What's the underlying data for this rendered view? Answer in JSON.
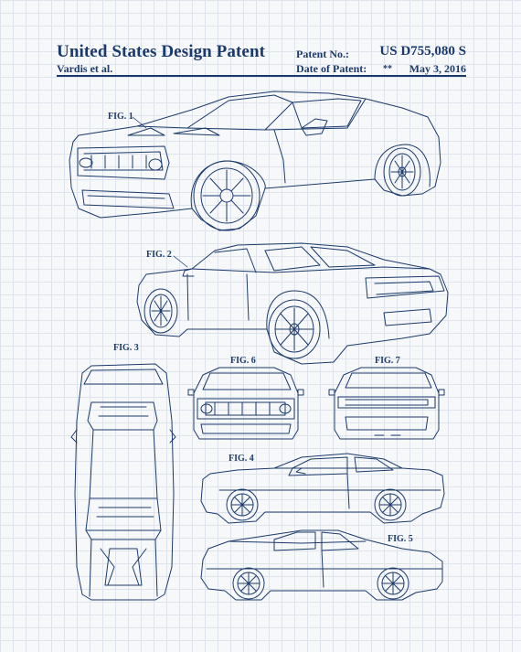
{
  "header": {
    "title": "United States Design Patent",
    "inventor": "Vardis et al.",
    "patent_no_label": "Patent No.:",
    "patent_no_value": "US D755,080 S",
    "date_label": "Date of Patent:",
    "date_stars": "**",
    "date_value": "May 3, 2016"
  },
  "figures": {
    "fig1": "FIG. 1",
    "fig2": "FIG. 2",
    "fig3": "FIG. 3",
    "fig4": "FIG. 4",
    "fig5": "FIG. 5",
    "fig6": "FIG. 6",
    "fig7": "FIG. 7"
  },
  "colors": {
    "ink": "#1b3a6b",
    "paper": "#f7f8fa",
    "grid": "#dfe4ec"
  }
}
